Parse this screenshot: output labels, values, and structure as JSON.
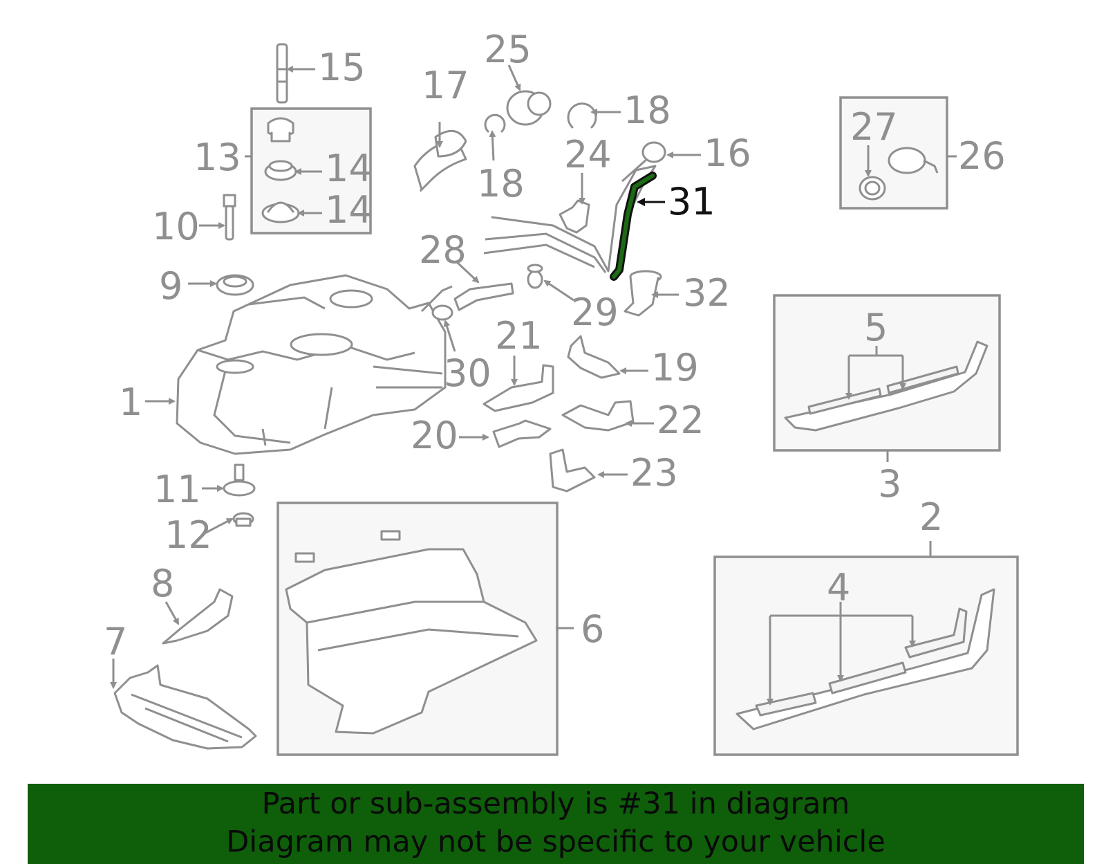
{
  "diagram": {
    "callouts": [
      {
        "id": "1",
        "label": "1"
      },
      {
        "id": "2",
        "label": "2"
      },
      {
        "id": "3",
        "label": "3"
      },
      {
        "id": "4",
        "label": "4"
      },
      {
        "id": "5",
        "label": "5"
      },
      {
        "id": "6",
        "label": "6"
      },
      {
        "id": "7",
        "label": "7"
      },
      {
        "id": "8",
        "label": "8"
      },
      {
        "id": "9",
        "label": "9"
      },
      {
        "id": "10",
        "label": "10"
      },
      {
        "id": "11",
        "label": "11"
      },
      {
        "id": "12",
        "label": "12"
      },
      {
        "id": "13",
        "label": "13"
      },
      {
        "id": "14a",
        "label": "14"
      },
      {
        "id": "14b",
        "label": "14"
      },
      {
        "id": "15",
        "label": "15"
      },
      {
        "id": "16",
        "label": "16"
      },
      {
        "id": "17",
        "label": "17"
      },
      {
        "id": "18a",
        "label": "18"
      },
      {
        "id": "18b",
        "label": "18"
      },
      {
        "id": "19",
        "label": "19"
      },
      {
        "id": "20",
        "label": "20"
      },
      {
        "id": "21",
        "label": "21"
      },
      {
        "id": "22",
        "label": "22"
      },
      {
        "id": "23",
        "label": "23"
      },
      {
        "id": "24",
        "label": "24"
      },
      {
        "id": "25",
        "label": "25"
      },
      {
        "id": "26",
        "label": "26"
      },
      {
        "id": "27",
        "label": "27"
      },
      {
        "id": "28",
        "label": "28"
      },
      {
        "id": "29",
        "label": "29"
      },
      {
        "id": "30",
        "label": "30"
      },
      {
        "id": "31",
        "label": "31",
        "highlighted": true
      },
      {
        "id": "32",
        "label": "32"
      }
    ],
    "colors": {
      "line": "#8f8f8f",
      "highlight": "#1c6b14",
      "banner": "#0e5e0a"
    }
  },
  "banner": {
    "line1": "Part or sub-assembly is #31 in diagram",
    "line2": "Diagram may not be specific to your vehicle"
  }
}
